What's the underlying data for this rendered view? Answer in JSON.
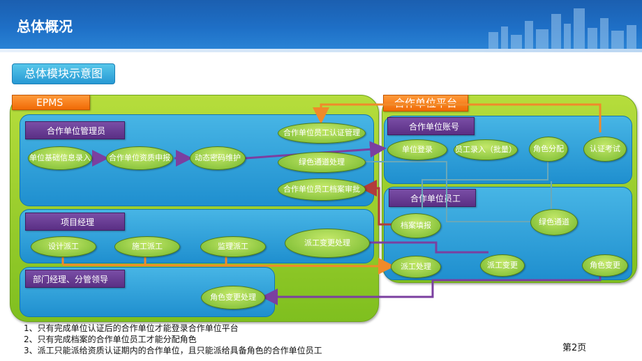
{
  "header": {
    "title": "总体概况"
  },
  "section": {
    "label": "总体模块示意图"
  },
  "left_panel": {
    "tab": "EPMS",
    "admin": {
      "title": "合作单位管理员",
      "nodes": [
        "单位基础信息录入",
        "合作单位资质申报",
        "动态密码维护"
      ],
      "right_nodes": [
        "合作单位员工认证管理",
        "绿色通道处理",
        "合作单位员工档案审批"
      ]
    },
    "pm": {
      "title": "项目经理",
      "nodes": [
        "设计派工",
        "施工派工",
        "监理派工",
        "派工变更处理"
      ]
    },
    "dept": {
      "title": "部门经理、分管领导",
      "nodes": [
        "角色变更处理"
      ]
    }
  },
  "right_panel": {
    "tab": "合作单位平台",
    "account": {
      "title": "合作单位账号",
      "nodes": [
        "单位登录",
        "员工录入（批量）",
        "角色分配",
        "认证考试"
      ]
    },
    "staff": {
      "title": "合作单位员工",
      "nodes": [
        "档案填报",
        "绿色通道",
        "派工处理",
        "派工变更",
        "角色变更"
      ]
    }
  },
  "notes": [
    "1、只有完成单位认证后的合作单位才能登录合作单位平台",
    "2、只有完成档案的合作单位员工才能分配角色",
    "3、派工只能派给资质认证期内的合作单位，且只能派给具备角色的合作单位员工"
  ],
  "page": "第2页"
}
